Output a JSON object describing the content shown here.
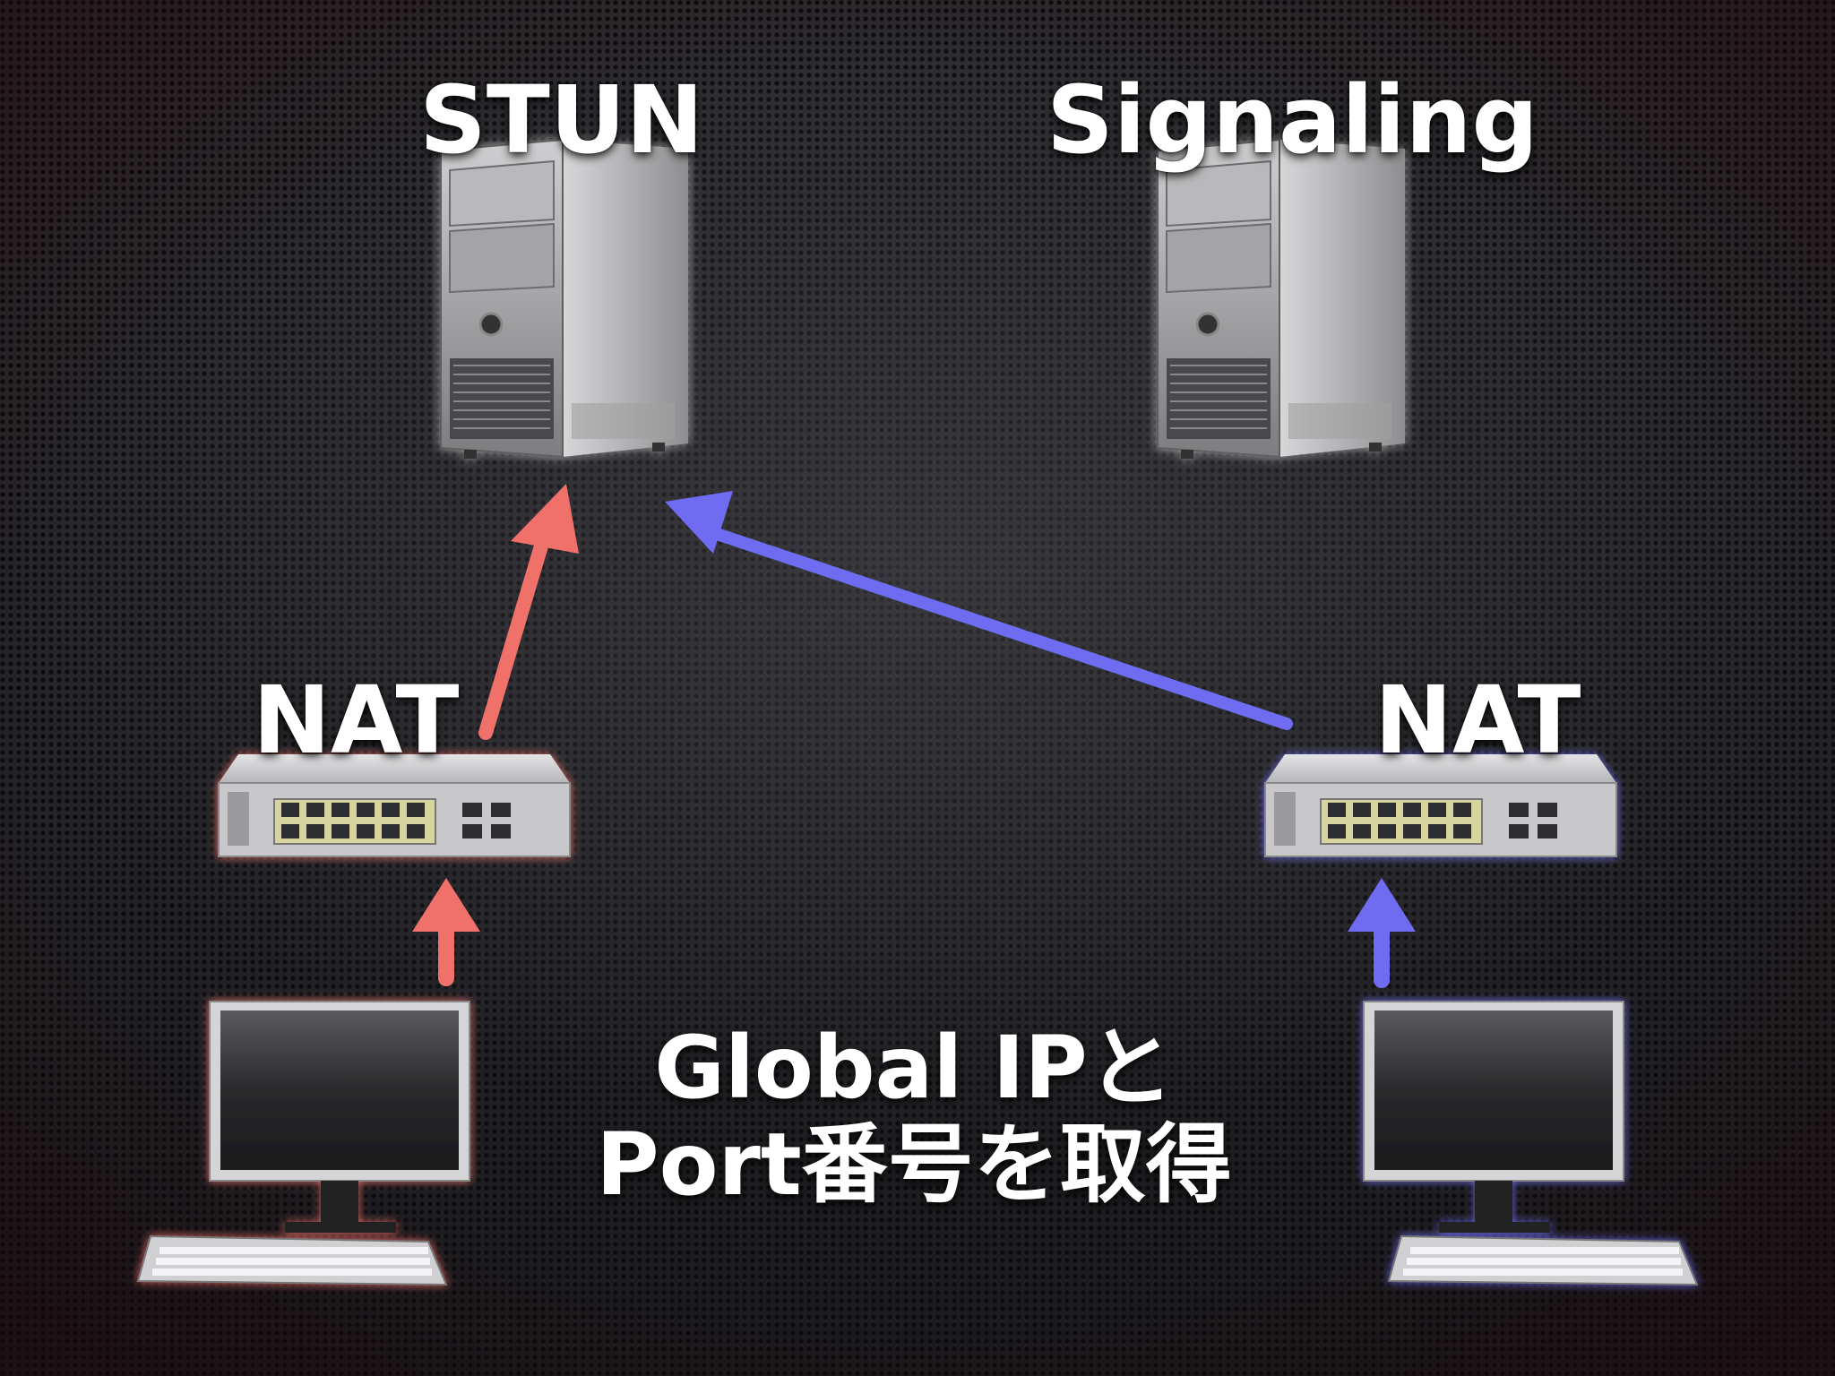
{
  "labels": {
    "stun": "STUN",
    "signaling": "Signaling",
    "nat_left": "NAT",
    "nat_right": "NAT"
  },
  "caption": {
    "line1": "Global IPと",
    "line2": "Port番号を取得"
  },
  "colors": {
    "left_peer_accent": "#f0706a",
    "right_peer_accent": "#6f6cf2",
    "text": "#ffffff",
    "background": "#242428"
  },
  "icons": [
    "server-tower-icon",
    "network-switch-icon",
    "desktop-computer-icon",
    "keyboard-icon"
  ]
}
